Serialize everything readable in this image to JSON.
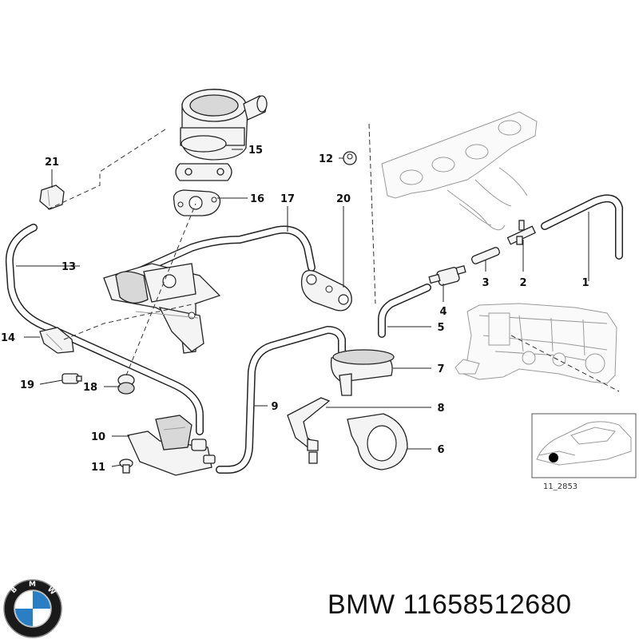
{
  "diagram": {
    "callouts": [
      {
        "id": "c1",
        "label": "1"
      },
      {
        "id": "c2",
        "label": "2"
      },
      {
        "id": "c3",
        "label": "3"
      },
      {
        "id": "c4",
        "label": "4"
      },
      {
        "id": "c5",
        "label": "5"
      },
      {
        "id": "c6",
        "label": "6"
      },
      {
        "id": "c7",
        "label": "7"
      },
      {
        "id": "c8",
        "label": "8"
      },
      {
        "id": "c9",
        "label": "9"
      },
      {
        "id": "c10",
        "label": "10"
      },
      {
        "id": "c11",
        "label": "11"
      },
      {
        "id": "c12",
        "label": "12"
      },
      {
        "id": "c13",
        "label": "13"
      },
      {
        "id": "c14",
        "label": "14"
      },
      {
        "id": "c15",
        "label": "15"
      },
      {
        "id": "c16",
        "label": "16"
      },
      {
        "id": "c17",
        "label": "17"
      },
      {
        "id": "c18",
        "label": "18"
      },
      {
        "id": "c19",
        "label": "19"
      },
      {
        "id": "c20",
        "label": "20"
      },
      {
        "id": "c21",
        "label": "21"
      }
    ],
    "inset_code": "11_2853"
  },
  "footer": {
    "brand": "BMW",
    "part_number": "11658512680",
    "text": "BMW 11658512680"
  },
  "logo": {
    "name": "bmw-roundel",
    "lettering": "BMW",
    "colors": {
      "ring": "#1a1a1a",
      "blue": "#2a7fc4",
      "white": "#ffffff"
    }
  }
}
